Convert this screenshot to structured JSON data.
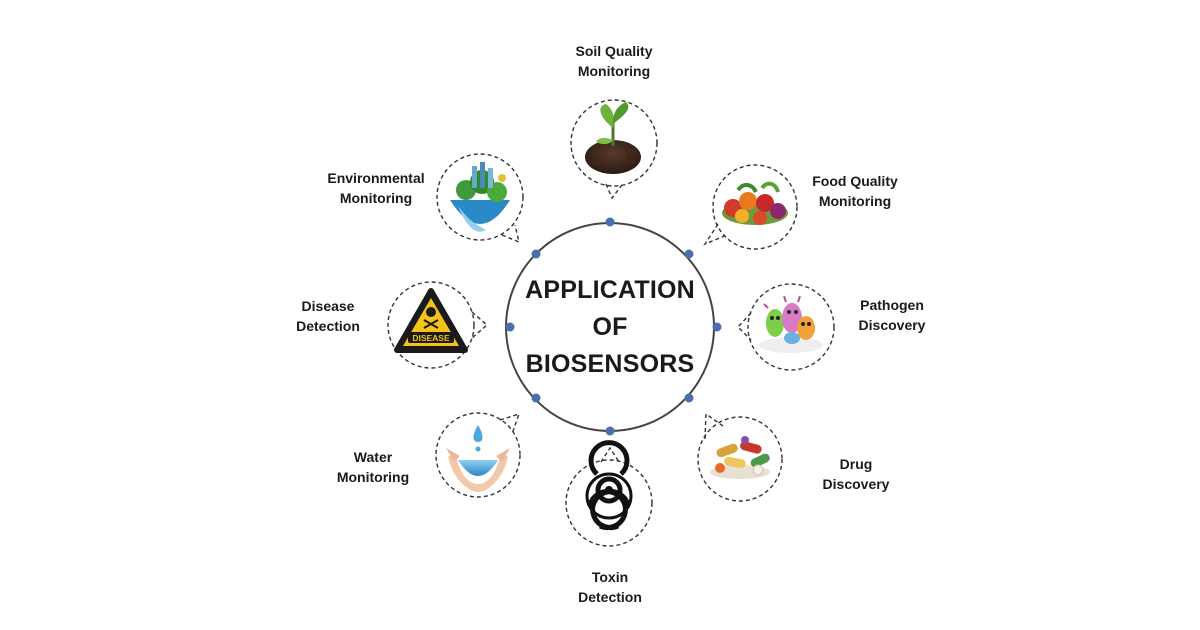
{
  "center": {
    "line1": "APPLICATION",
    "line2": "OF",
    "line3": "BIOSENSORS"
  },
  "applications": [
    {
      "id": "soil",
      "line1": "Soil Quality",
      "line2": "Monitoring",
      "icon": "plant-soil-icon"
    },
    {
      "id": "food",
      "line1": "Food Quality",
      "line2": "Monitoring",
      "icon": "fruits-vegetables-icon"
    },
    {
      "id": "pathogen",
      "line1": "Pathogen",
      "line2": "Discovery",
      "icon": "microbes-icon"
    },
    {
      "id": "drug",
      "line1": "Drug",
      "line2": "Discovery",
      "icon": "pills-icon"
    },
    {
      "id": "toxin",
      "line1": "Toxin",
      "line2": "Detection",
      "icon": "biohazard-icon"
    },
    {
      "id": "water",
      "line1": "Water",
      "line2": "Monitoring",
      "icon": "water-hands-icon"
    },
    {
      "id": "disease",
      "line1": "Disease",
      "line2": "Detection",
      "icon": "disease-warning-icon"
    },
    {
      "id": "environment",
      "line1": "Environmental",
      "line2": "Monitoring",
      "icon": "earth-nature-icon"
    }
  ],
  "icon_texts": {
    "disease_sign": "DISEASE"
  },
  "colors": {
    "node_dot": "#4a6fb0",
    "circle_stroke": "#444444",
    "warning_yellow": "#f3c316"
  }
}
